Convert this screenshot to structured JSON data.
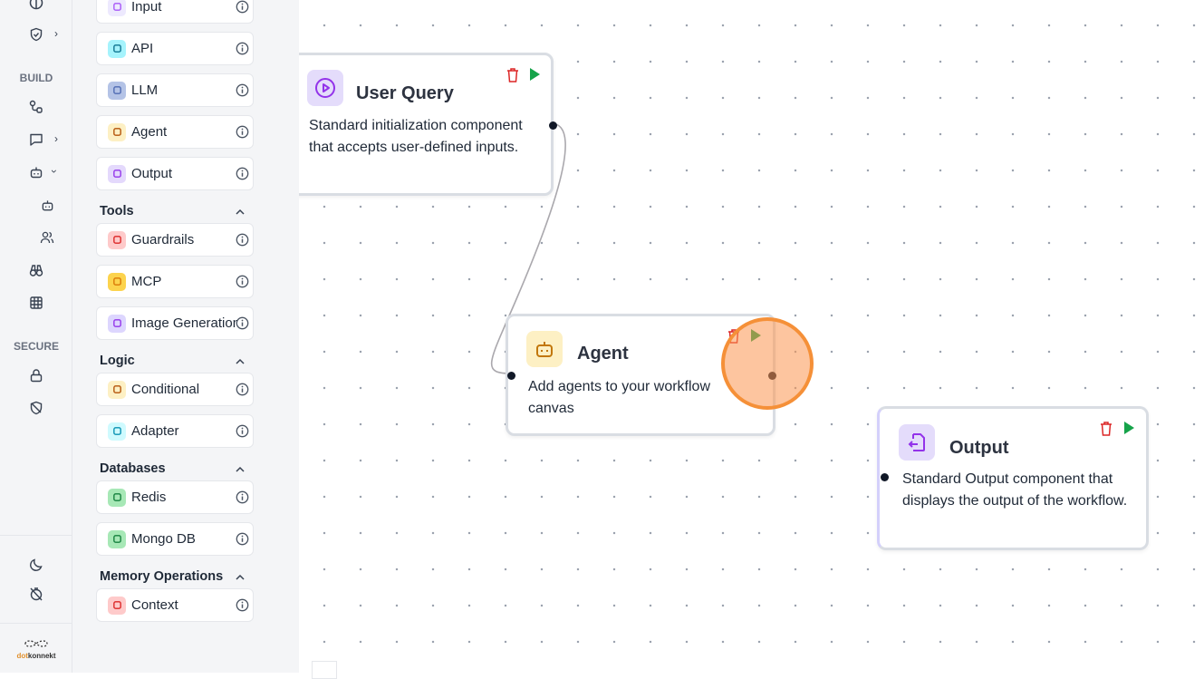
{
  "rail": {
    "build_label": "BUILD",
    "secure_label": "SECURE",
    "logo_text": "dotkonnekt"
  },
  "palette": {
    "items_top": [
      {
        "label": "Input",
        "icon": "play-circle-icon",
        "color": "#a855f7",
        "bg": "#ede9fe"
      },
      {
        "label": "API",
        "icon": "api-icon",
        "color": "#0e7490",
        "bg": "#a5f3fc"
      },
      {
        "label": "LLM",
        "icon": "llm-icon",
        "color": "#4f6bb3",
        "bg": "#b4c3e6"
      },
      {
        "label": "Agent",
        "icon": "bot-icon",
        "color": "#b45309",
        "bg": "#fdf0c4"
      },
      {
        "label": "Output",
        "icon": "file-output-icon",
        "color": "#9333ea",
        "bg": "#e4d9fc"
      }
    ],
    "sections": [
      {
        "title": "Tools",
        "items": [
          {
            "label": "Guardrails",
            "icon": "shield-icon",
            "color": "#dc2626",
            "bg": "#fecaca"
          },
          {
            "label": "MCP",
            "icon": "server-icon",
            "color": "#d97706",
            "bg": "#fcd34d"
          },
          {
            "label": "Image Generation",
            "icon": "image-icon",
            "color": "#9333ea",
            "bg": "#ddd6fe"
          }
        ]
      },
      {
        "title": "Logic",
        "items": [
          {
            "label": "Conditional",
            "icon": "split-icon",
            "color": "#b45309",
            "bg": "#fdf0c4"
          },
          {
            "label": "Adapter",
            "icon": "plug-icon",
            "color": "#0891b2",
            "bg": "#cffafe"
          }
        ]
      },
      {
        "title": "Databases",
        "items": [
          {
            "label": "Redis",
            "icon": "redis-icon",
            "color": "#15803d",
            "bg": "#a7e8b6"
          },
          {
            "label": "Mongo DB",
            "icon": "database-icon",
            "color": "#15803d",
            "bg": "#a7e8b6"
          }
        ]
      },
      {
        "title": "Memory Operations",
        "items": [
          {
            "label": "Context",
            "icon": "memory-icon",
            "color": "#dc2626",
            "bg": "#fecaca"
          }
        ]
      }
    ]
  },
  "nodes": [
    {
      "title": "User Query",
      "description": "Standard initialization component that accepts user-defined inputs.",
      "icon": "play-circle-icon",
      "color": "#9333ea",
      "bg": "#e4dcfb"
    },
    {
      "title": "Agent",
      "description": "Add agents to your workflow canvas",
      "icon": "bot-icon",
      "color": "#c2770b",
      "bg": "#fdf0c4"
    },
    {
      "title": "Output",
      "description": "Standard Output component that displays the output of the workflow.",
      "icon": "file-output-icon",
      "color": "#9333ea",
      "bg": "#e4dcfb"
    }
  ],
  "colors": {
    "delete": "#dc2626",
    "run": "#16a34a",
    "cursor": "#f59038"
  }
}
